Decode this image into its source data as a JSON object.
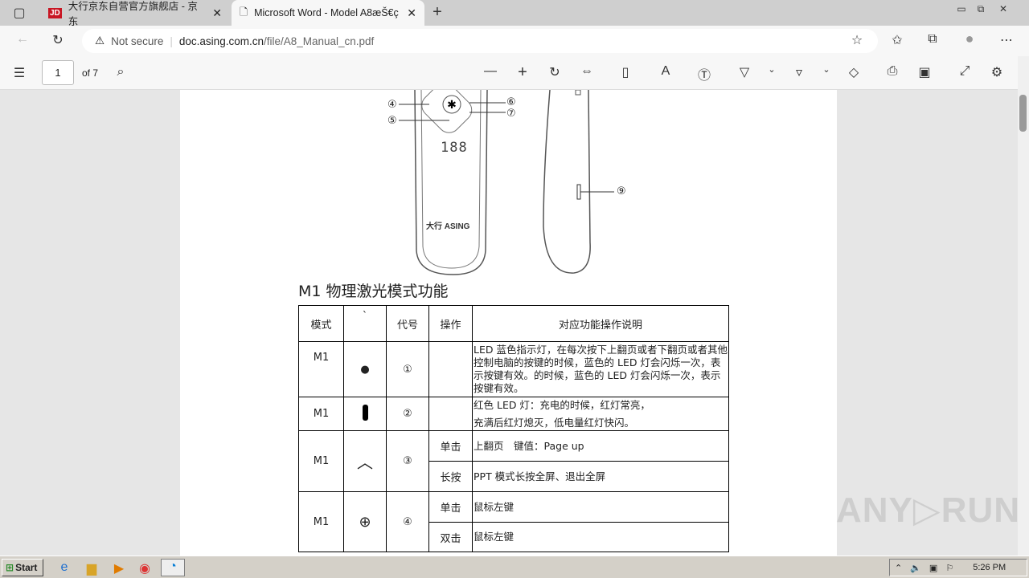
{
  "browser": {
    "tabs": [
      {
        "label": "大行京东自营官方旗舰店 - 京东",
        "favicon": "JD"
      },
      {
        "label": "Microsoft Word - Model A8æŠ€ç",
        "active": true
      }
    ],
    "security": "Not secure",
    "url_host": "doc.asing.com.cn",
    "url_path": "/file/A8_Manual_cn.pdf"
  },
  "pdf": {
    "page": "1",
    "page_total": "of 7"
  },
  "document": {
    "figure_labels": [
      "④",
      "⑤",
      "⑥",
      "⑦",
      "⑨"
    ],
    "display": "188",
    "logo": "大行 ASING",
    "heading": "M1 物理激光模式功能",
    "table": {
      "headers": [
        "模式",
        "`",
        "代号",
        "操作",
        "对应功能操作说明"
      ],
      "rows": [
        {
          "mode": "M1",
          "icon": "dot",
          "code": "①",
          "ops": [
            {
              "op": "",
              "desc": "LED 蓝色指示灯，在每次按下上翻页或者下翻页或者其他控制电脑的按键的时候，蓝色的 LED 灯会闪烁一次，表示按键有效。的时候，蓝色的 LED 灯会闪烁一次，表示按键有效。"
            }
          ]
        },
        {
          "mode": "M1",
          "icon": "bar",
          "code": "②",
          "ops": [
            {
              "op": "",
              "desc": "红色 LED 灯：充电的时候，红灯常亮，",
              "desc2": "充满后红灯熄灭，低电量红灯快闪。"
            }
          ]
        },
        {
          "mode": "M1",
          "icon": "caret-up",
          "code": "③",
          "ops": [
            {
              "op": "单击",
              "desc": "上翻页　键值：Page up"
            },
            {
              "op": "长按",
              "desc": "PPT 模式长按全屏、退出全屏"
            }
          ]
        },
        {
          "mode": "M1",
          "icon": "zoom-in",
          "code": "④",
          "ops": [
            {
              "op": "单击",
              "desc": "鼠标左键"
            },
            {
              "op": "双击",
              "desc": "鼠标左键"
            }
          ]
        }
      ]
    }
  },
  "taskbar": {
    "start": "Start",
    "clock": "5:26 PM"
  },
  "watermark": "ANY▷RUN"
}
